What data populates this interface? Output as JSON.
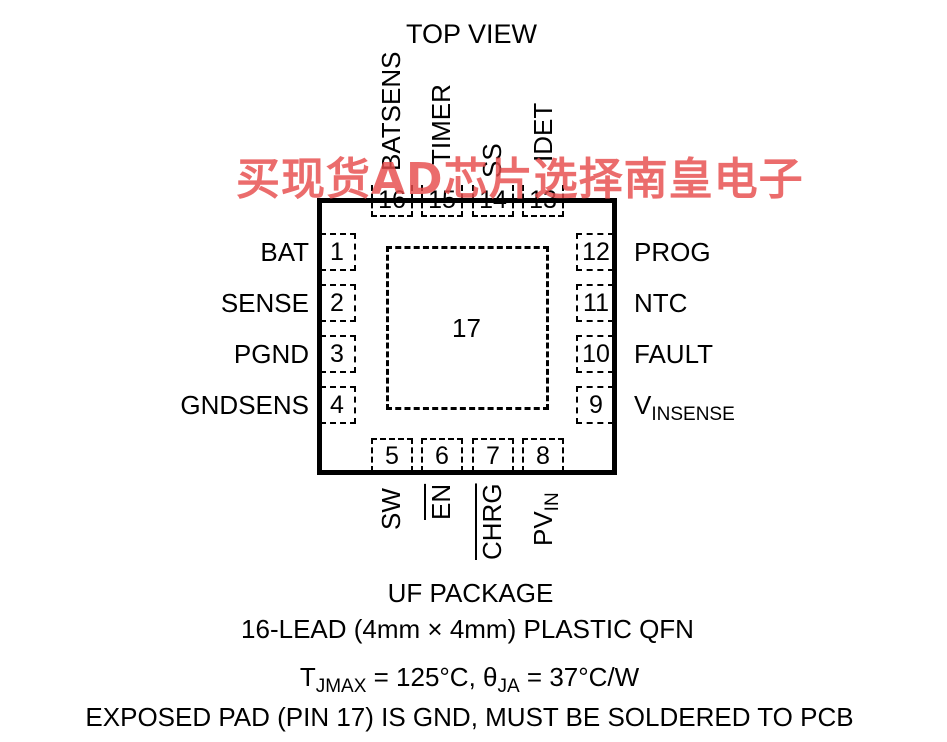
{
  "diagram": {
    "top_label": "TOP VIEW",
    "watermark": "买现货AD芯片选择南皇电子",
    "center_pad_number": "17",
    "pins_left": [
      {
        "number": "1",
        "name": "BAT"
      },
      {
        "number": "2",
        "name": "SENSE"
      },
      {
        "number": "3",
        "name": "PGND"
      },
      {
        "number": "4",
        "name": "GNDSENS"
      }
    ],
    "pins_right": [
      {
        "number": "12",
        "name": "PROG"
      },
      {
        "number": "11",
        "name": "NTC"
      },
      {
        "number": "10",
        "name": "FAULT"
      },
      {
        "number": "9",
        "name_main": "V",
        "name_sub": "INSENSE"
      }
    ],
    "pins_top": [
      {
        "number": "16",
        "name": "BATSENS"
      },
      {
        "number": "15",
        "name": "TIMER"
      },
      {
        "number": "14",
        "name": "SS"
      },
      {
        "number": "13",
        "name": "IDET"
      }
    ],
    "pins_bottom": [
      {
        "number": "5",
        "name": "SW"
      },
      {
        "number": "6",
        "name": "EN"
      },
      {
        "number": "7",
        "name": "CHRG"
      },
      {
        "number": "8",
        "name_main": "PV",
        "name_sub": "IN"
      }
    ],
    "package_name": "UF PACKAGE",
    "package_desc": "16-LEAD (4mm × 4mm) PLASTIC QFN",
    "thermal": {
      "t_main": "T",
      "t_sub": "JMAX",
      "t_value": " = 125°C, ",
      "theta_main": "θ",
      "theta_sub": "JA",
      "theta_value": " = 37°C/W"
    },
    "note": "EXPOSED PAD (PIN 17) IS GND, MUST BE SOLDERED TO PCB"
  }
}
